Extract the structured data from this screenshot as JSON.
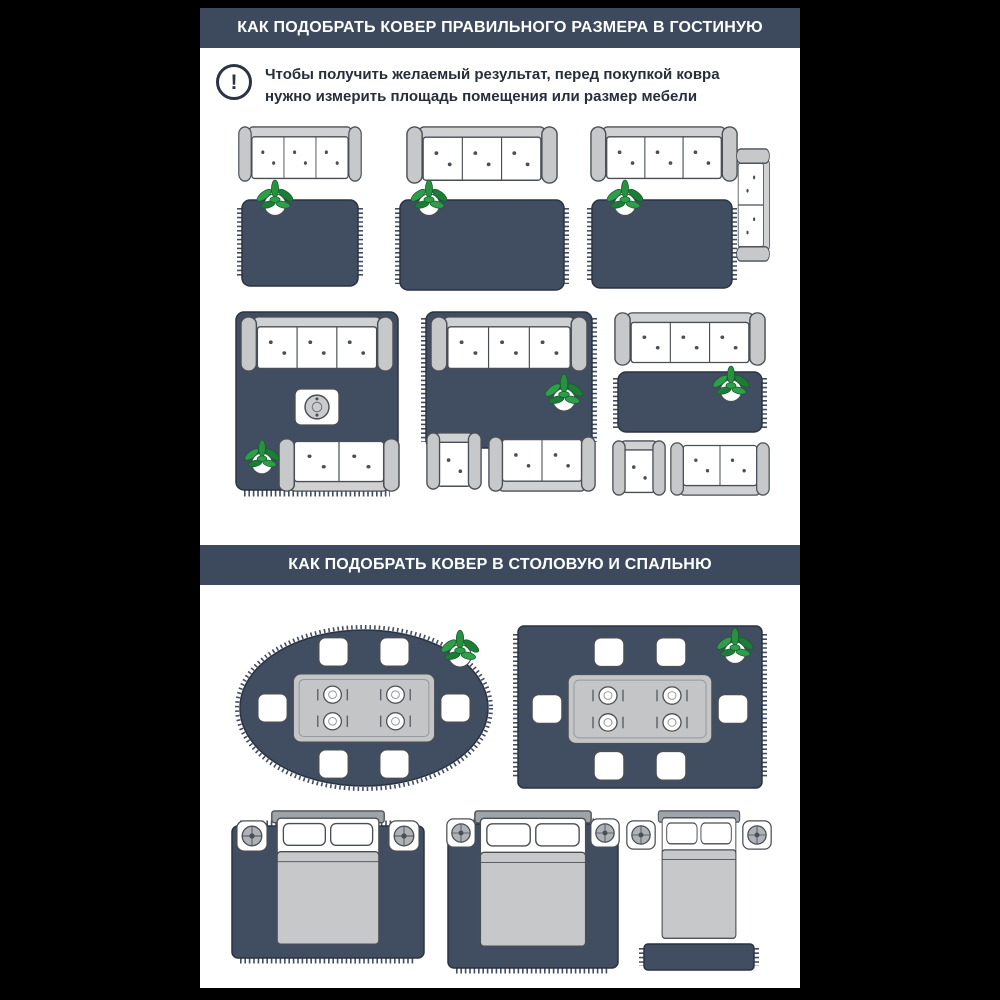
{
  "colors": {
    "page_background": "#000000",
    "content_background": "#ffffff",
    "band": "#3d4a5e",
    "rug": "#414d61",
    "plant_green": "#2e9e4a",
    "text": "#272e3b"
  },
  "living_section": {
    "title": "КАК ПОДОБРАТЬ КОВЕР ПРАВИЛЬНОГО РАЗМЕРА В ГОСТИНУЮ",
    "note": {
      "icon_glyph": "!",
      "line1": "Чтобы получить желаемый результат, перед покупкой ковра",
      "line2": "нужно измерить площадь помещения или размер мебели"
    }
  },
  "dining_bedroom_section": {
    "title": "КАК ПОДОБРАТЬ КОВЕР В СТОЛОВУЮ И СПАЛЬНЮ"
  }
}
